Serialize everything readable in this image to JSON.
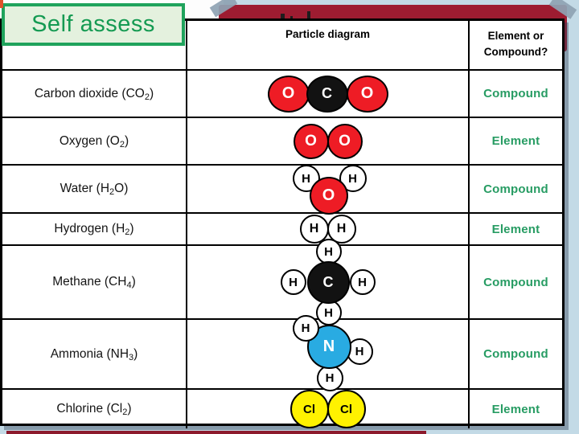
{
  "title": {
    "label": "Self assess"
  },
  "header": {
    "particle_diagram": "Particle diagram",
    "element_or_compound": "Element or Compound?"
  },
  "rows": [
    {
      "substance": {
        "prefix": "Carbon dioxide (CO",
        "sub": "2",
        "suffix": ")"
      },
      "atoms": [
        {
          "symbol": "O"
        },
        {
          "symbol": "C"
        },
        {
          "symbol": "O"
        }
      ],
      "answer": "Compound"
    },
    {
      "substance": {
        "prefix": "Oxygen (O",
        "sub": "2",
        "suffix": ")"
      },
      "atoms": [
        {
          "symbol": "O"
        },
        {
          "symbol": "O"
        }
      ],
      "answer": "Element"
    },
    {
      "substance": {
        "prefix": "Water (H",
        "sub": "2",
        "suffix": "O)"
      },
      "atoms": [
        {
          "symbol": "H"
        },
        {
          "symbol": "H"
        },
        {
          "symbol": "O"
        }
      ],
      "answer": "Compound"
    },
    {
      "substance": {
        "prefix": "Hydrogen (H",
        "sub": "2",
        "suffix": ")"
      },
      "atoms": [
        {
          "symbol": "H"
        },
        {
          "symbol": "H"
        }
      ],
      "answer": "Element"
    },
    {
      "substance": {
        "prefix": "Methane (CH",
        "sub": "4",
        "suffix": ")"
      },
      "atoms": [
        {
          "symbol": "H"
        },
        {
          "symbol": "H"
        },
        {
          "symbol": "C"
        },
        {
          "symbol": "H"
        },
        {
          "symbol": "H"
        }
      ],
      "answer": "Compound"
    },
    {
      "substance": {
        "prefix": "Ammonia (NH",
        "sub": "3",
        "suffix": ")"
      },
      "atoms": [
        {
          "symbol": "H"
        },
        {
          "symbol": "N"
        },
        {
          "symbol": "H"
        },
        {
          "symbol": "H"
        }
      ],
      "answer": "Compound"
    },
    {
      "substance": {
        "prefix": "Chlorine (Cl",
        "sub": "2",
        "suffix": ")"
      },
      "atoms": [
        {
          "symbol": "Cl"
        },
        {
          "symbol": "Cl"
        }
      ],
      "answer": "Element"
    }
  ],
  "colors": {
    "oxygen_atom": "#EE1C25",
    "carbon_atom": "#121212",
    "hydrogen_atom": "#FFFFFF",
    "nitrogen_atom": "#29ABE2",
    "chlorine_atom": "#FFF200",
    "answer_text": "#279C63",
    "title_green": "#1FA35C",
    "title_fill": "#E4F1DE",
    "banner_maroon": "#9D1C31",
    "slide_background": "#C3DAE6"
  }
}
